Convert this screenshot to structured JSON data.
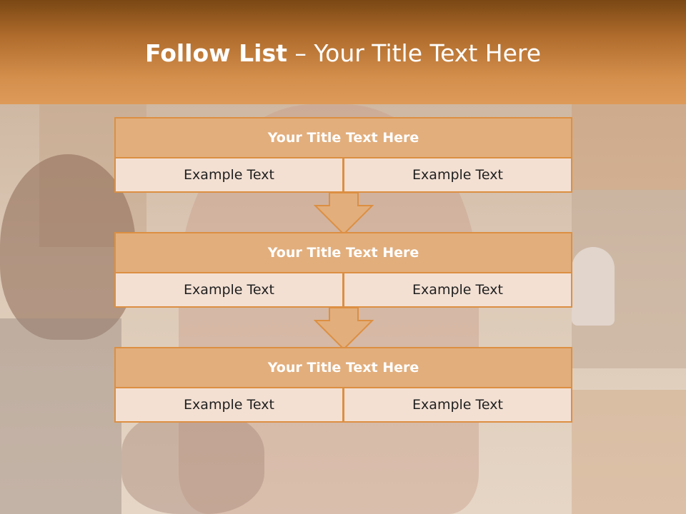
{
  "slide": {
    "title_bold": "Follow List",
    "title_rest": " – Your Title Text Here"
  },
  "blocks": [
    {
      "title": "Your Title Text Here",
      "left_text": "Example Text",
      "right_text": "Example Text"
    },
    {
      "title": "Your Title Text Here",
      "left_text": "Example Text",
      "right_text": "Example Text"
    },
    {
      "title": "Your Title Text Here",
      "left_text": "Example Text",
      "right_text": "Example Text"
    }
  ],
  "colors": {
    "header_dark": "#7a4714",
    "header_light": "#dd9a58",
    "block_title_fill": "#e2ae7c",
    "block_border": "#dc8f42",
    "cell_fill": "#f3e0d3",
    "arrow_fill": "#e2ae7c"
  }
}
